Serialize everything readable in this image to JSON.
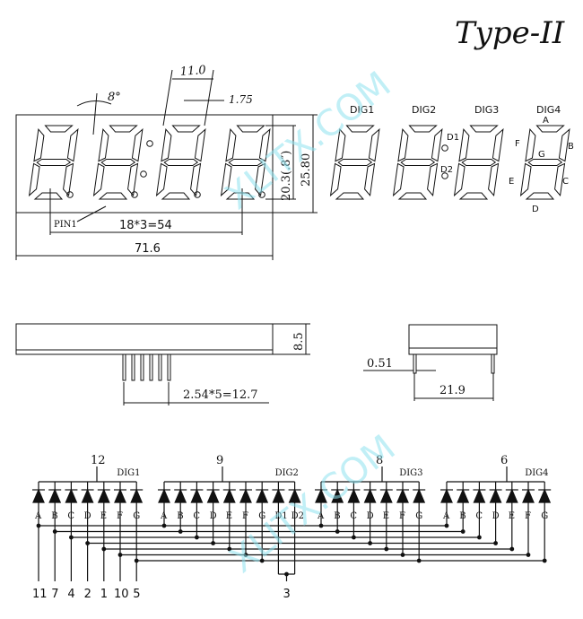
{
  "title": "Type-II",
  "watermark": "XLITX.COM",
  "front_view": {
    "angle_label": "8°",
    "dim_segment_width": "11.0",
    "dim_stroke": "1.75",
    "dim_digit_height": "20.3(.8″)",
    "dim_total_height": "25.80",
    "pin1_label": "PIN1",
    "pitch_label": "18*3=54",
    "total_width": "71.6"
  },
  "segment_view": {
    "digit_labels": [
      "DIG1",
      "DIG2",
      "DIG3",
      "DIG4"
    ],
    "dot_labels": [
      "D1",
      "D2"
    ],
    "segment_labels": {
      "a": "A",
      "b": "B",
      "c": "C",
      "d": "D",
      "e": "E",
      "f": "F",
      "g": "G"
    }
  },
  "side_view": {
    "height": "8.5",
    "pin_pitch": "2.54*5=12.7",
    "pin_width": "0.51",
    "depth": "21.9"
  },
  "circuit": {
    "groups": [
      {
        "common_pin": "12",
        "label": "DIG1",
        "anodes": [
          "A",
          "B",
          "C",
          "D",
          "E",
          "F",
          "G"
        ]
      },
      {
        "common_pin": "9",
        "label": "DIG2",
        "anodes": [
          "A",
          "B",
          "C",
          "D",
          "E",
          "F",
          "G",
          "D1",
          "D2"
        ]
      },
      {
        "common_pin": "8",
        "label": "DIG3",
        "anodes": [
          "A",
          "B",
          "C",
          "D",
          "E",
          "F",
          "G"
        ]
      },
      {
        "common_pin": "6",
        "label": "DIG4",
        "anodes": [
          "A",
          "B",
          "C",
          "D",
          "E",
          "F",
          "G"
        ]
      }
    ],
    "bottom_pins": [
      "11",
      "7",
      "4",
      "2",
      "1",
      "10",
      "5"
    ],
    "colon_pin": "3"
  }
}
